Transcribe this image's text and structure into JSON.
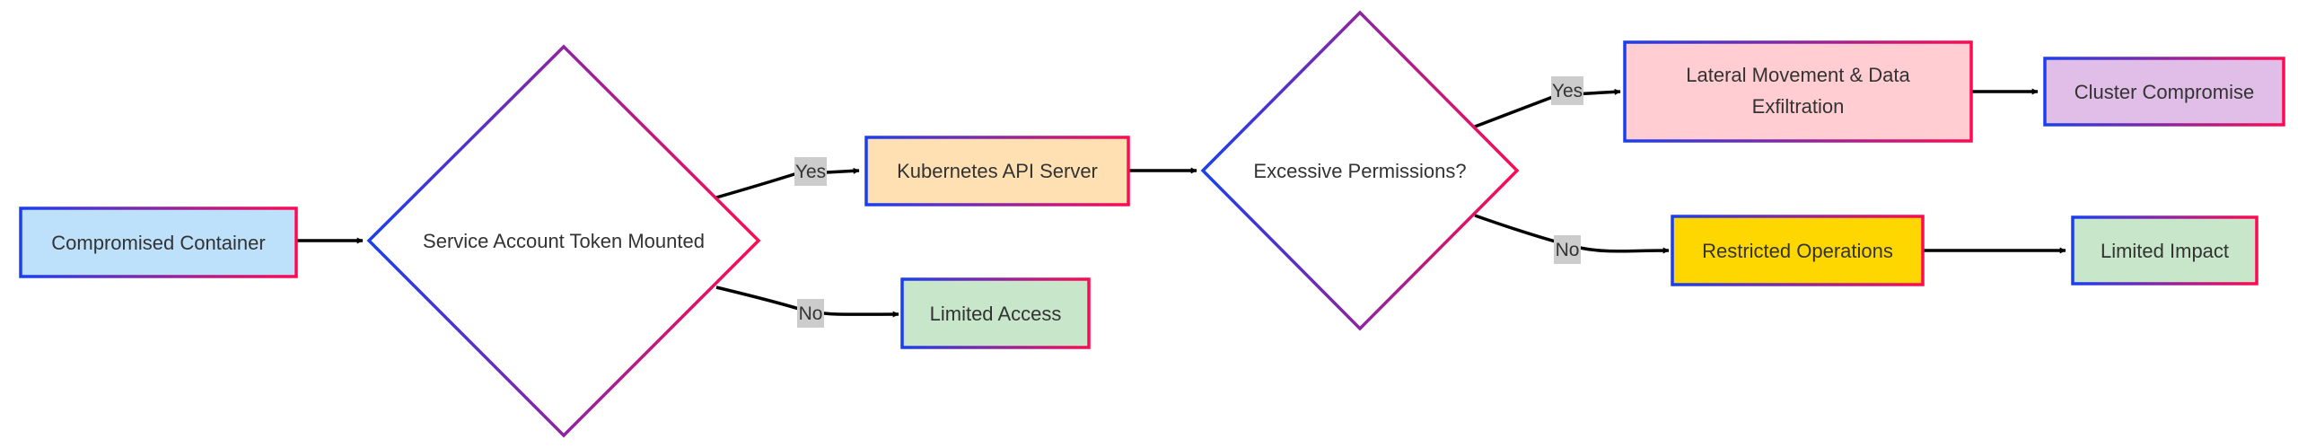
{
  "diagram": {
    "type": "flowchart",
    "direction": "left-to-right",
    "nodes": [
      {
        "id": "compromised",
        "shape": "rect",
        "lines": [
          "Compromised Container"
        ],
        "fill": "#bde0fb"
      },
      {
        "id": "token",
        "shape": "diamond",
        "lines": [
          "Service Account Token Mounted"
        ],
        "fill": "#ffffff"
      },
      {
        "id": "api",
        "shape": "rect",
        "lines": [
          "Kubernetes API Server"
        ],
        "fill": "#ffe0b3"
      },
      {
        "id": "limited_access",
        "shape": "rect",
        "lines": [
          "Limited Access"
        ],
        "fill": "#c8e6c9"
      },
      {
        "id": "permissions",
        "shape": "diamond",
        "lines": [
          "Excessive Permissions?"
        ],
        "fill": "#ffffff"
      },
      {
        "id": "lateral",
        "shape": "rect",
        "lines": [
          "Lateral Movement & Data",
          "Exfiltration"
        ],
        "fill": "#ffcdd2"
      },
      {
        "id": "restricted",
        "shape": "rect",
        "lines": [
          "Restricted Operations"
        ],
        "fill": "#ffd700"
      },
      {
        "id": "cluster",
        "shape": "rect",
        "lines": [
          "Cluster Compromise"
        ],
        "fill": "#e1bee7"
      },
      {
        "id": "limited_impact",
        "shape": "rect",
        "lines": [
          "Limited Impact"
        ],
        "fill": "#c8e6c9"
      }
    ],
    "edges": [
      {
        "from": "compromised",
        "to": "token",
        "label": ""
      },
      {
        "from": "token",
        "to": "api",
        "label": "Yes"
      },
      {
        "from": "token",
        "to": "limited_access",
        "label": "No"
      },
      {
        "from": "api",
        "to": "permissions",
        "label": ""
      },
      {
        "from": "permissions",
        "to": "lateral",
        "label": "Yes"
      },
      {
        "from": "permissions",
        "to": "restricted",
        "label": "No"
      },
      {
        "from": "lateral",
        "to": "cluster",
        "label": ""
      },
      {
        "from": "restricted",
        "to": "limited_impact",
        "label": ""
      }
    ],
    "colors": {
      "border_gradient_start": "#1a3ff0",
      "border_gradient_end": "#ff0a52",
      "edge": "#000000",
      "edge_label_bg": "#cccccc",
      "text": "#333333"
    }
  }
}
